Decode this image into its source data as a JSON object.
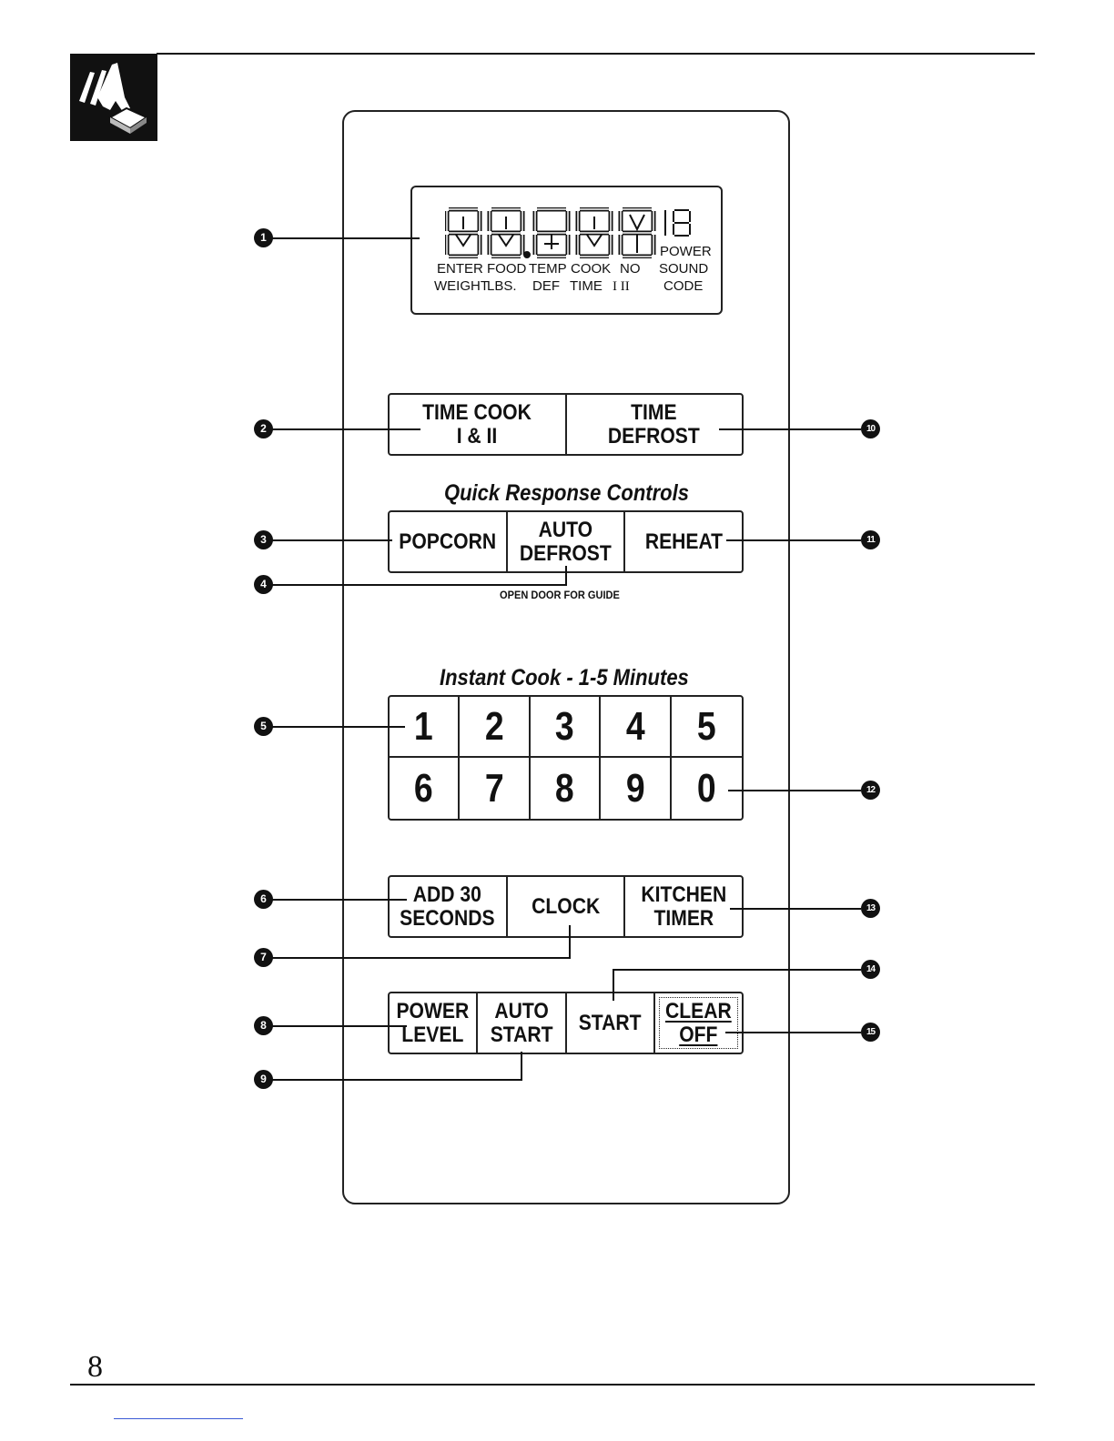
{
  "page": {
    "number": "8"
  },
  "icons": {
    "corner": "hand-pressing-button-icon"
  },
  "display": {
    "digits": [
      "8",
      "8",
      "8",
      "8",
      "8"
    ],
    "power_digit": "18",
    "labels": {
      "power": "POWER",
      "sound": "SOUND",
      "code": "CODE",
      "enter": "ENTER",
      "weight": "WEIGHT",
      "food": "FOOD",
      "lbs": "LBS.",
      "temp": "TEMP",
      "def": "DEF",
      "cook": "COOK",
      "time": "TIME",
      "no": "NO",
      "i_ii": "I  II"
    }
  },
  "row_time": {
    "time_cook": "TIME COOK\nI & II",
    "time_defrost": "TIME\nDEFROST"
  },
  "quick_response": {
    "heading": "Quick Response Controls",
    "popcorn": "POPCORN",
    "auto_defrost": "AUTO\nDEFROST",
    "reheat": "REHEAT",
    "note": "OPEN DOOR FOR GUIDE"
  },
  "instant_cook": {
    "heading": "Instant Cook - 1-5 Minutes",
    "keys": [
      "1",
      "2",
      "3",
      "4",
      "5",
      "6",
      "7",
      "8",
      "9",
      "0"
    ]
  },
  "row_misc": {
    "add30": "ADD 30\nSECONDS",
    "clock": "CLOCK",
    "kitchen_timer": "KITCHEN\nTIMER"
  },
  "row_bottom": {
    "power_level": "POWER\nLEVEL",
    "auto_start": "AUTO\nSTART",
    "start": "START",
    "clear_off": "CLEAR\nOFF"
  },
  "callouts": [
    "1",
    "2",
    "3",
    "4",
    "5",
    "6",
    "7",
    "8",
    "9",
    "10",
    "11",
    "12",
    "13",
    "14",
    "15"
  ]
}
